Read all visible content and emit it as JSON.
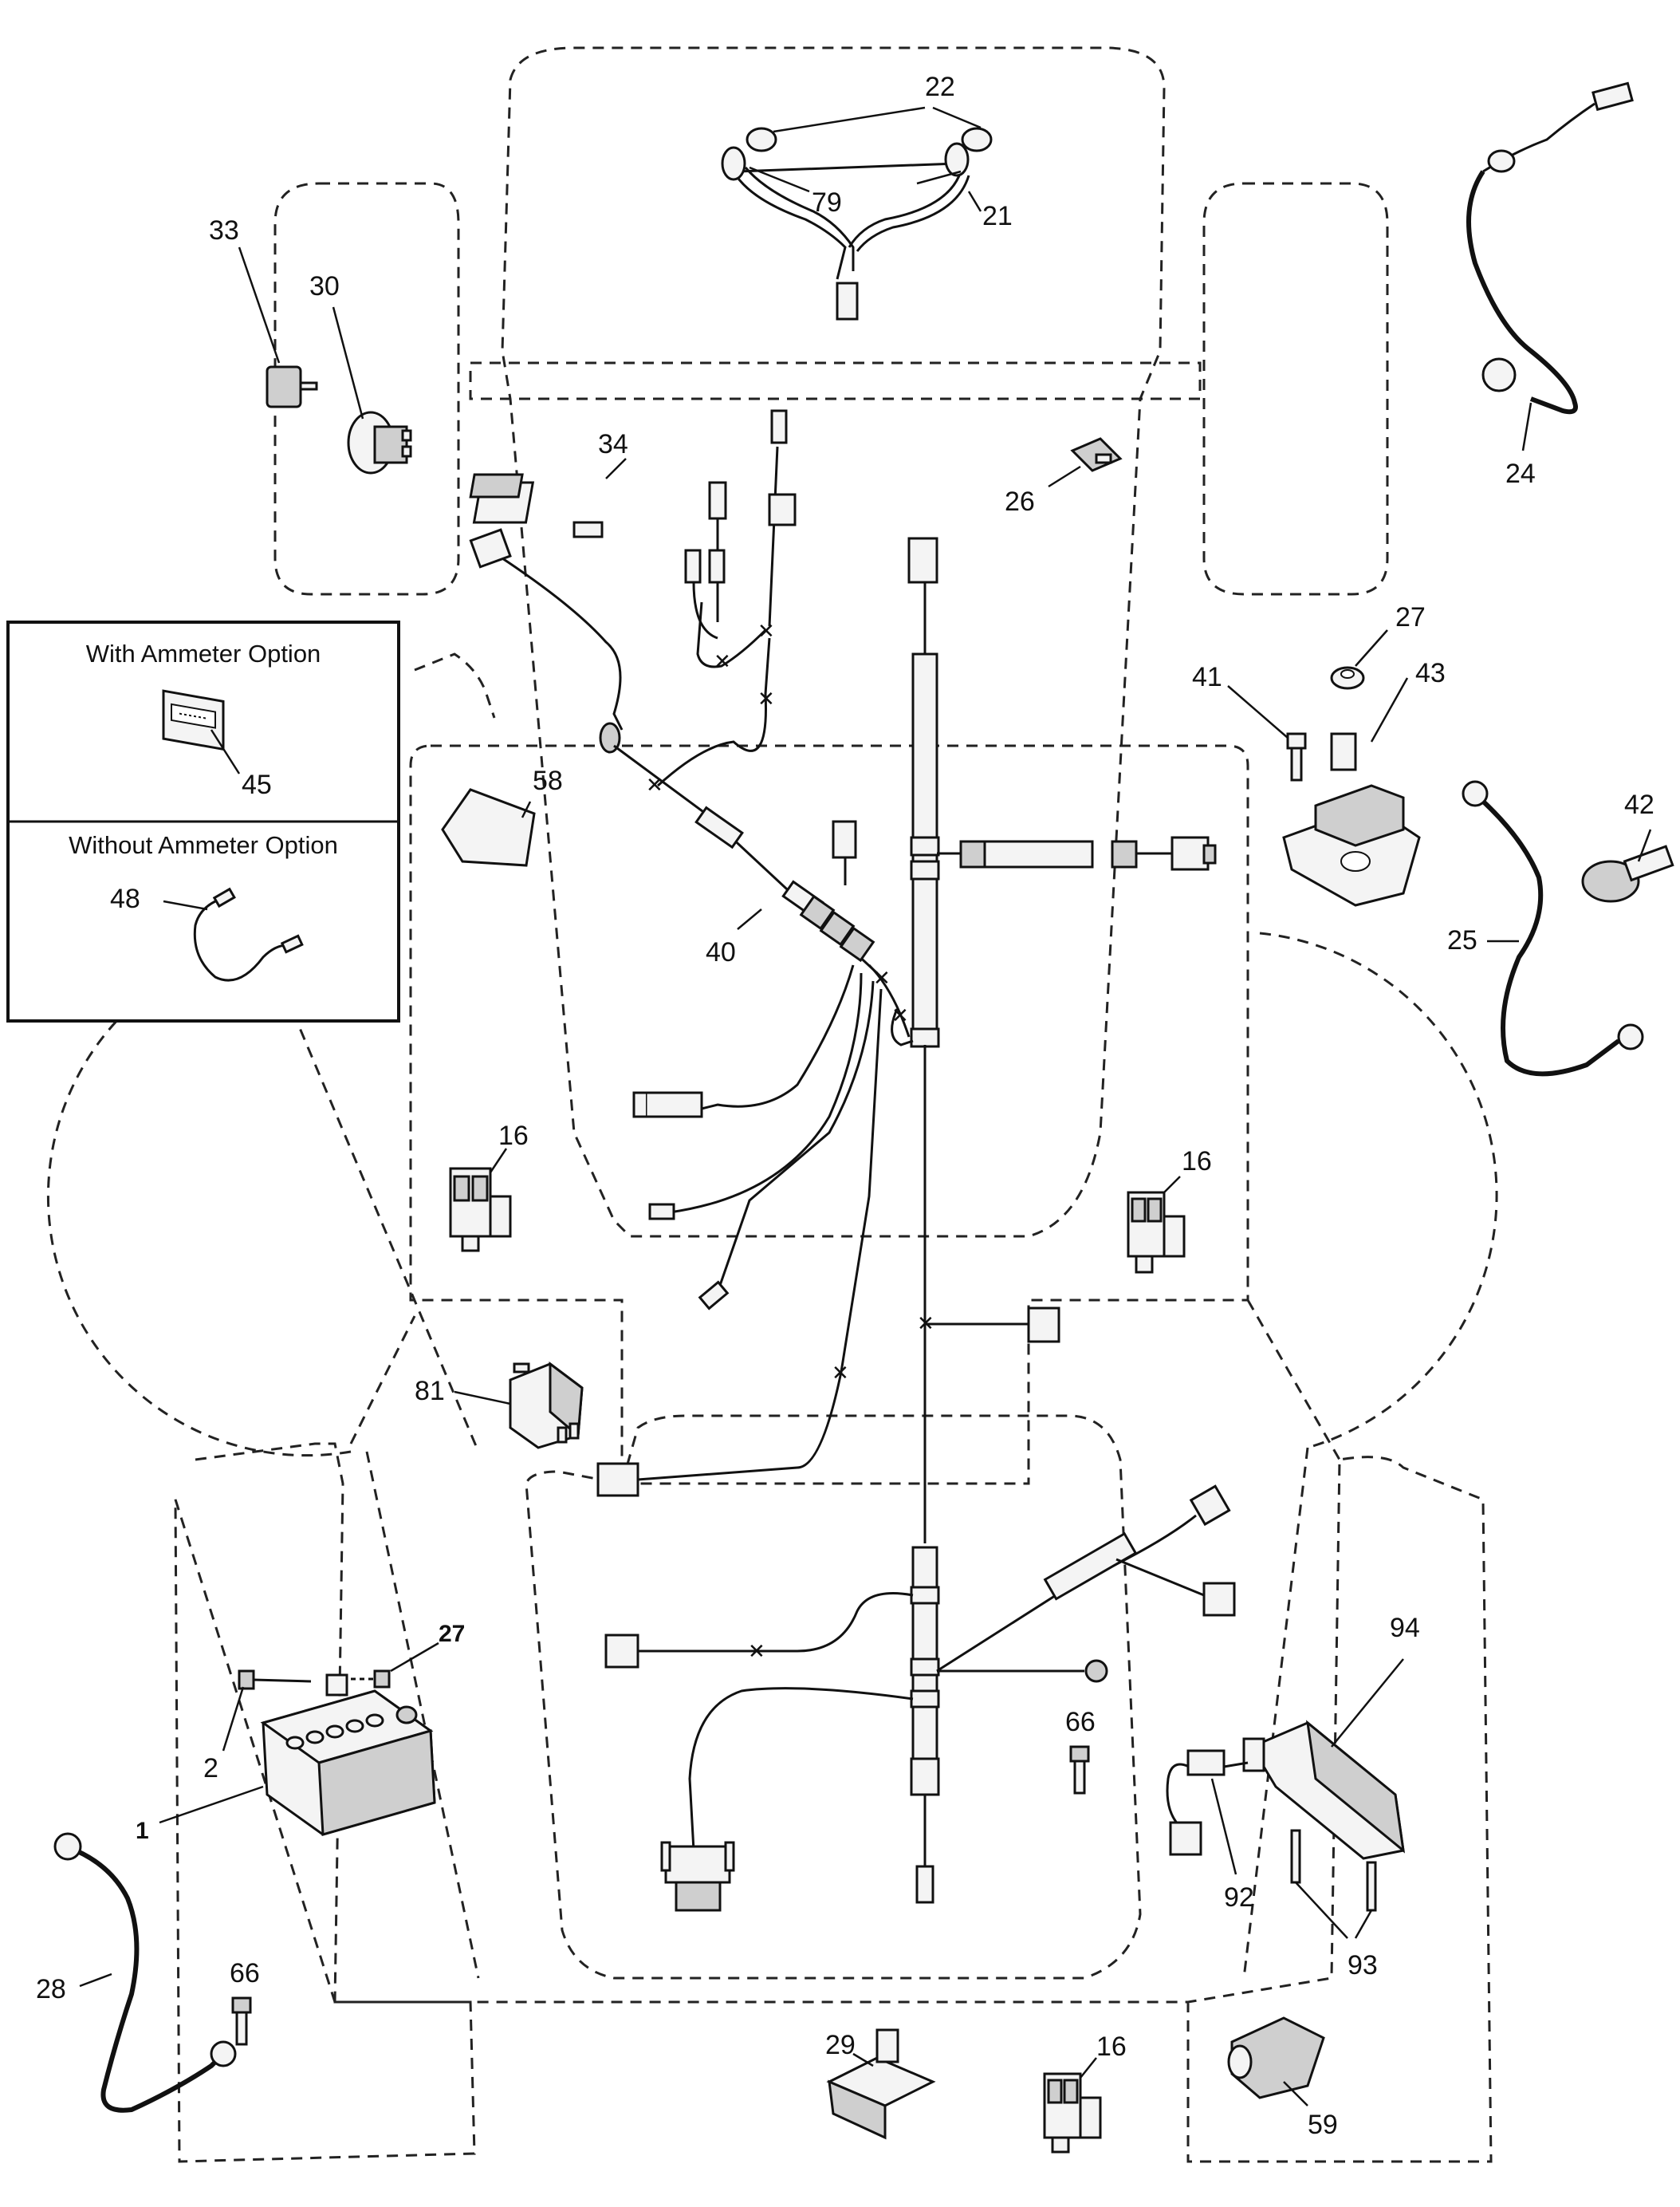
{
  "option_box": {
    "with_ammeter_title": "With Ammeter Option",
    "without_ammeter_title": "Without Ammeter Option"
  },
  "callouts": {
    "c1": "1",
    "c2": "2",
    "c16a": "16",
    "c16b": "16",
    "c16c": "16",
    "c21": "21",
    "c22": "22",
    "c24": "24",
    "c25": "25",
    "c26": "26",
    "c27a": "27",
    "c27b": "27",
    "c28": "28",
    "c29": "29",
    "c30": "30",
    "c33": "33",
    "c34": "34",
    "c40": "40",
    "c41": "41",
    "c42": "42",
    "c43": "43",
    "c45": "45",
    "c48": "48",
    "c58": "58",
    "c59": "59",
    "c66a": "66",
    "c66b": "66",
    "c79": "79",
    "c81": "81",
    "c92": "92",
    "c93": "93",
    "c94": "94"
  }
}
